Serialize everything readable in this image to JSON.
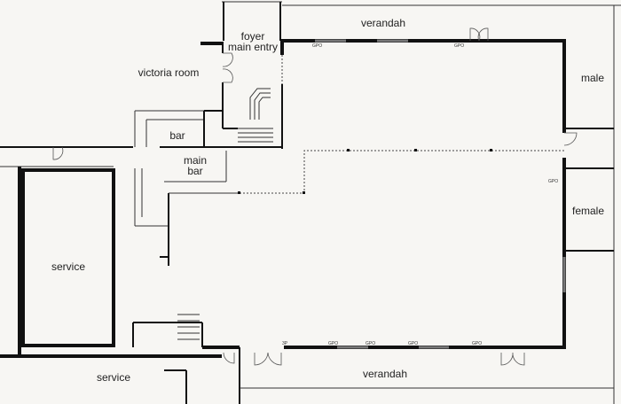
{
  "title": "Floor plan",
  "rooms": {
    "verandah_top": "verandah",
    "verandah_bottom": "verandah",
    "victoria_room": "victoria room",
    "foyer_line1": "foyer",
    "foyer_line2": "main entry",
    "bar": "bar",
    "main_bar_line1": "main",
    "main_bar_line2": "bar",
    "male": "male",
    "female": "female",
    "service_left": "service",
    "service_bottom": "service"
  },
  "annotations": {
    "gpo": "GPO",
    "three_phase": "3P"
  }
}
